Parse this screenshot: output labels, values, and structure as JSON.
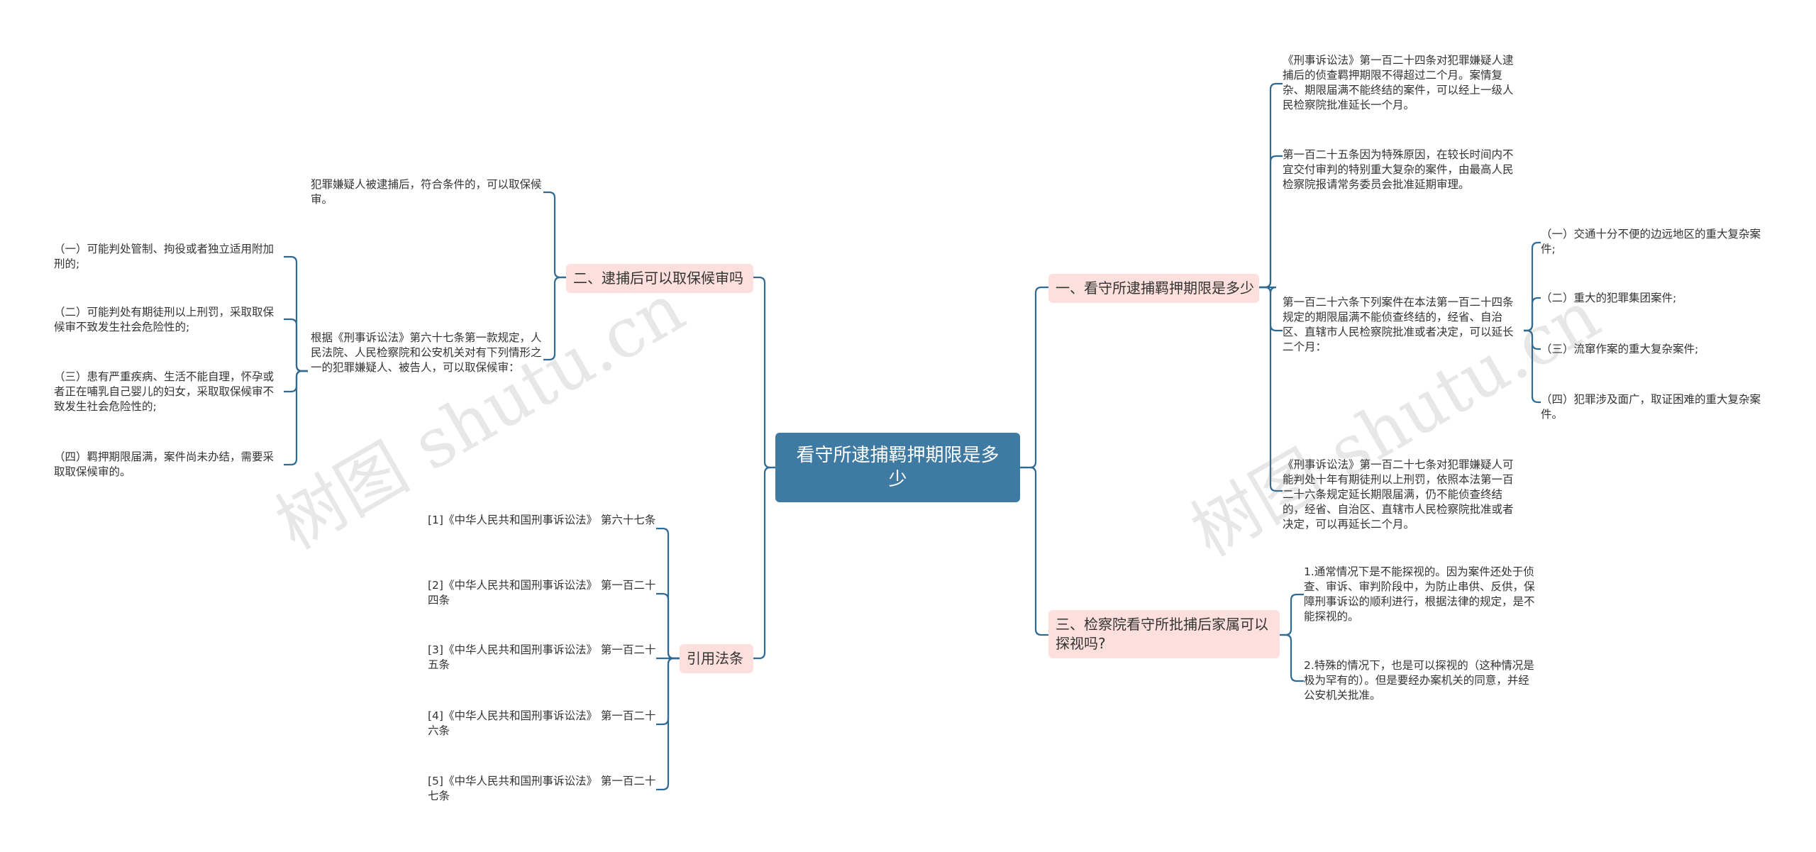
{
  "root": {
    "title": "看守所逮捕羁押期限是多少"
  },
  "branch1": {
    "label": "一、看守所逮捕羁押期限是多少",
    "items": [
      "《刑事诉讼法》第一百二十四条对犯罪嫌疑人逮捕后的侦查羁押期限不得超过二个月。案情复杂、期限届满不能终结的案件，可以经上一级人民检察院批准延长一个月。",
      "第一百二十五条因为特殊原因，在较长时间内不宜交付审判的特别重大复杂的案件，由最高人民检察院报请常务委员会批准延期审理。",
      "第一百二十六条下列案件在本法第一百二十四条规定的期限届满不能侦查终结的，经省、自治区、直辖市人民检察院批准或者决定，可以延长二个月：",
      "《刑事诉讼法》第一百二十七条对犯罪嫌疑人可能判处十年有期徒刑以上刑罚，依照本法第一百二十六条规定延长期限届满，仍不能侦查终结的，经省、自治区、直辖市人民检察院批准或者决定，可以再延长二个月。"
    ],
    "sub_items": [
      "（一）交通十分不便的边远地区的重大复杂案件;",
      "（二）重大的犯罪集团案件;",
      "（三）流窜作案的重大复杂案件;",
      "（四）犯罪涉及面广，取证困难的重大复杂案件。"
    ]
  },
  "branch2": {
    "label": "二、逮捕后可以取保候审吗",
    "items": [
      "犯罪嫌疑人被逮捕后，符合条件的，可以取保候审。",
      "根据《刑事诉讼法》第六十七条第一款规定，人民法院、人民检察院和公安机关对有下列情形之一的犯罪嫌疑人、被告人，可以取保候审："
    ],
    "sub_items": [
      "（一）可能判处管制、拘役或者独立适用附加刑的;",
      "（二）可能判处有期徒刑以上刑罚，采取取保候审不致发生社会危险性的;",
      "（三）患有严重疾病、生活不能自理，怀孕或者正在哺乳自己婴儿的妇女，采取取保候审不致发生社会危险性的;",
      "（四）羁押期限届满，案件尚未办结，需要采取取保候审的。"
    ]
  },
  "branch3": {
    "label": "三、检察院看守所批捕后家属可以探视吗?",
    "items": [
      "1.通常情况下是不能探视的。因为案件还处于侦查、审诉、审判阶段中，为防止串供、反供，保障刑事诉讼的顺利进行，根据法律的规定，是不能探视的。",
      "2.特殊的情况下，也是可以探视的（这种情况是极为罕有的）。但是要经办案机关的同意，并经公安机关批准。"
    ]
  },
  "branch4": {
    "label": "引用法条",
    "items": [
      "[1]《中华人民共和国刑事诉讼法》 第六十七条",
      "[2]《中华人民共和国刑事诉讼法》 第一百二十四条",
      "[3]《中华人民共和国刑事诉讼法》 第一百二十五条",
      "[4]《中华人民共和国刑事诉讼法》 第一百二十六条",
      "[5]《中华人民共和国刑事诉讼法》 第一百二十七条"
    ]
  },
  "watermark": {
    "left": "树图 shutu.cn",
    "right": "树图 shutu.cn"
  },
  "colors": {
    "root_bg": "#3e7aa1",
    "branch_bg": "#fde0de",
    "line": "#2e6a91"
  }
}
